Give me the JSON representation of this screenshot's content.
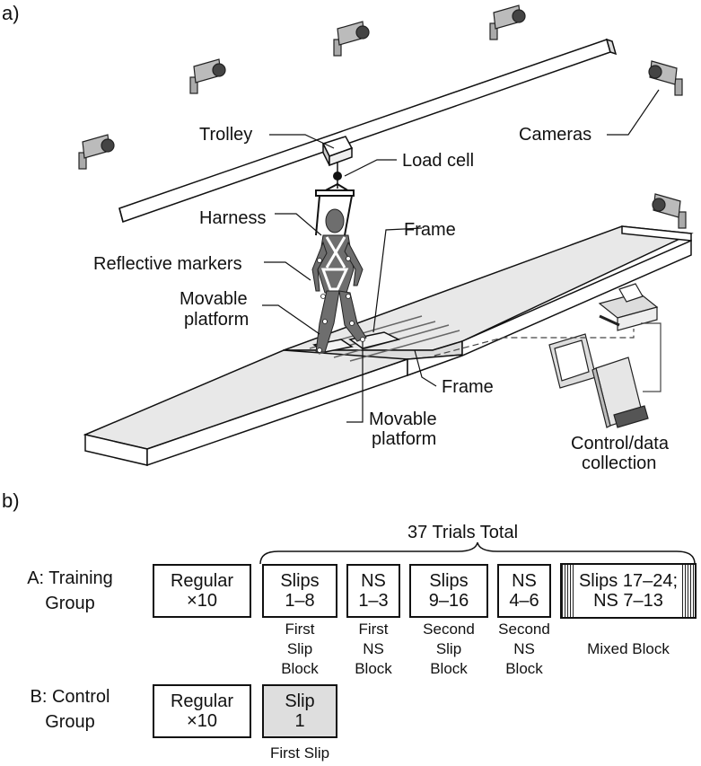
{
  "panel_a": {
    "label": "a)",
    "labels": {
      "trolley": "Trolley",
      "cameras": "Cameras",
      "load_cell": "Load cell",
      "harness": "Harness",
      "frame_top": "Frame",
      "reflective_markers": "Reflective markers",
      "movable_platform_left_1": "Movable",
      "movable_platform_left_2": "platform",
      "frame_right": "Frame",
      "movable_platform_bottom_1": "Movable",
      "movable_platform_bottom_2": "platform",
      "control_1": "Control/data",
      "control_2": "collection"
    }
  },
  "panel_b": {
    "label": "b)",
    "total": "37 Trials Total",
    "groups": {
      "training_1": "A: Training",
      "training_2": "Group",
      "control_1": "B: Control",
      "control_2": "Group"
    },
    "training_blocks": [
      {
        "line1": "Regular",
        "line2": "×10"
      },
      {
        "line1": "Slips",
        "line2": "1–8"
      },
      {
        "line1": "NS",
        "line2": "1–3"
      },
      {
        "line1": "Slips",
        "line2": "9–16"
      },
      {
        "line1": "NS",
        "line2": "4–6"
      },
      {
        "line1": "Slips 17–24;",
        "line2": "NS 7–13"
      }
    ],
    "training_captions": [
      [
        "First",
        "Slip",
        "Block"
      ],
      [
        "First",
        "NS",
        "Block"
      ],
      [
        "Second",
        "Slip",
        "Block"
      ],
      [
        "Second",
        "NS",
        "Block"
      ],
      [
        "Mixed Block"
      ]
    ],
    "control_blocks": [
      {
        "line1": "Regular",
        "line2": "×10"
      },
      {
        "line1": "Slip",
        "line2": "1"
      }
    ],
    "control_caption": "First Slip"
  }
}
